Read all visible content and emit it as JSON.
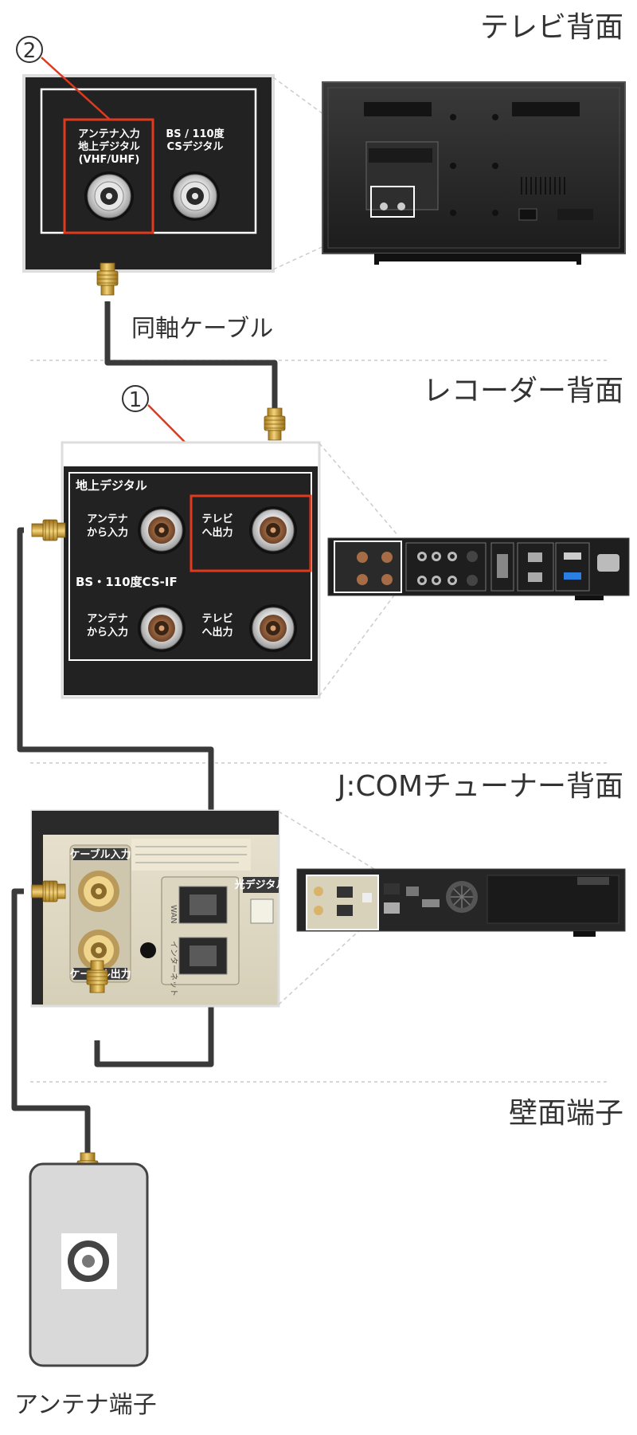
{
  "sections": {
    "tv_title": "テレビ背面",
    "recorder_title": "レコーダー背面",
    "jcom_title": "J:COMチューナー背面",
    "wall_title": "壁面端子"
  },
  "captions": {
    "coax_cable": "同軸ケーブル",
    "antenna_terminal": "アンテナ端子"
  },
  "markers": {
    "one": "1",
    "two": "2"
  },
  "tv_panel": {
    "antenna_label_1": "アンテナ入力",
    "antenna_label_2": "地上デジタル",
    "antenna_label_3": "(VHF/UHF)",
    "bs_label_1": "BS / 110度",
    "bs_label_2": "CSデジタル"
  },
  "recorder_panel": {
    "terrestrial": "地上デジタル",
    "antenna_in_1": "アンテナ",
    "antenna_in_2": "から入力",
    "tv_out_1": "テレビ",
    "tv_out_2": "へ出力",
    "bs_cs": "BS・110度CS-IF",
    "antenna_in_b1": "アンテナ",
    "antenna_in_b2": "から入力",
    "tv_out_b1": "テレビ",
    "tv_out_b2": "へ出力"
  },
  "jcom_panel": {
    "cable_in": "ケーブル入力",
    "cable_out": "ケーブル出力",
    "wan": "WAN",
    "internet": "インターネット",
    "optical": "光デジタル"
  },
  "colors": {
    "panel_dark": "#222222",
    "highlight": "#e03a1e",
    "cable": "#3a3a3a",
    "connector_gold": "#d4a93a",
    "divider": "#cccccc"
  },
  "icons": {
    "connector": "f-type-connector-icon",
    "port": "coax-port-icon"
  }
}
